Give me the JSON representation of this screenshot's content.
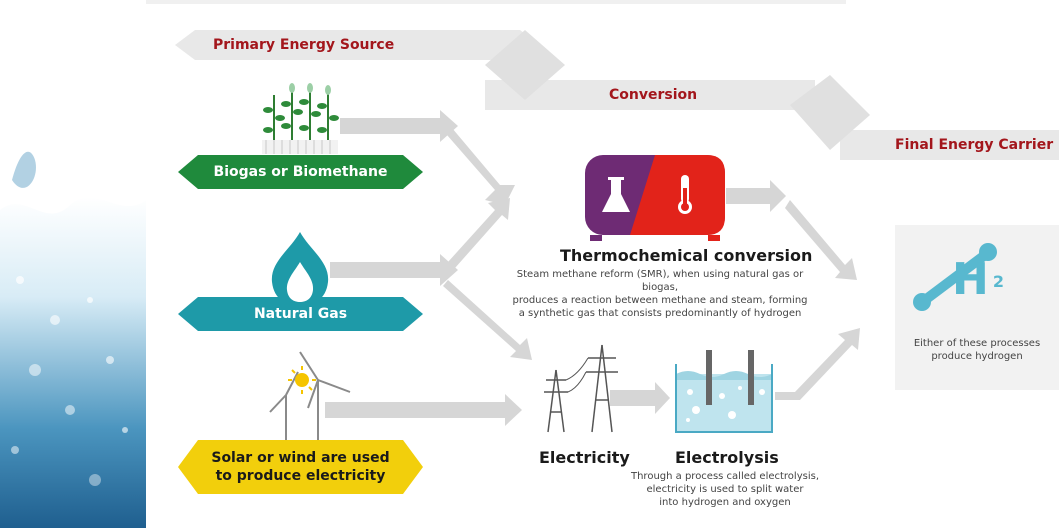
{
  "stages": {
    "primary": "Primary Energy Source",
    "conversion": "Conversion",
    "final": "Final Energy Carrier"
  },
  "sources": {
    "biogas": "Biogas or Biomethane",
    "natural_gas": "Natural Gas",
    "solar_wind_line1": "Solar or wind are used",
    "solar_wind_line2": "to produce electricity"
  },
  "thermochemical": {
    "title": "Thermochemical conversion",
    "desc_line1": "Steam methane reform (SMR), when using natural gas or biogas,",
    "desc_line2": "produces a reaction between methane and steam, forming",
    "desc_line3": "a synthetic gas that consists predominantly of hydrogen"
  },
  "electricity": {
    "title": "Electricity"
  },
  "electrolysis": {
    "title": "Electrolysis",
    "desc_line1": "Through a process called electrolysis,",
    "desc_line2": "electricity is used to split water",
    "desc_line3": "into hydrogen and oxygen"
  },
  "hydrogen": {
    "symbol": "H",
    "subscript": "2",
    "desc_line1": "Either of these processes",
    "desc_line2": "produce hydrogen"
  },
  "colors": {
    "accent_red": "#a3161c",
    "biogas_green": "#1f8a3c",
    "gas_teal": "#1e9aa8",
    "solar_yellow": "#f2cf0c",
    "thermo_purple": "#6e2b74",
    "thermo_red": "#e2231a",
    "arrow_grey": "#d6d6d6",
    "h2_blue": "#58b8cf"
  },
  "icons": {
    "plants": "plant-icon",
    "flame": "flame-icon",
    "wind": "wind-turbine-icon",
    "sun": "sun-icon",
    "flask": "flask-icon",
    "thermometer": "thermometer-icon",
    "pylon": "power-pylon-icon",
    "tank": "water-tank-icon",
    "molecule": "hydrogen-molecule-icon",
    "water": "water-splash-icon"
  }
}
